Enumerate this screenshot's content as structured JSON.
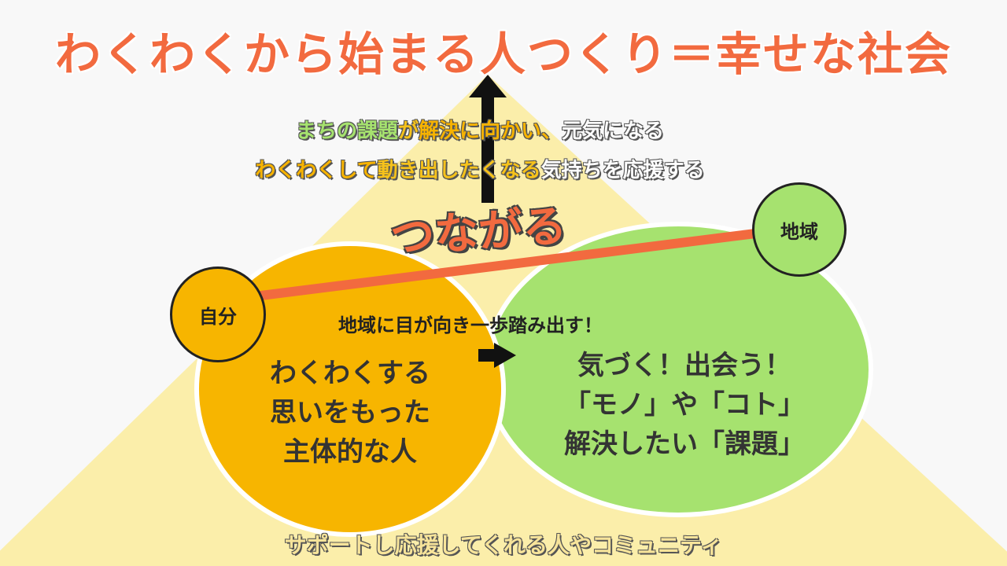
{
  "title": "わくわくから始まる人つくり＝幸せな社会",
  "subtitle_line1": {
    "part1": "まちの課題",
    "part2": "が",
    "part3": "解決に向かい、",
    "part4": "元気になる"
  },
  "subtitle_line2": {
    "part1": "わくわくして",
    "part2": "動き出したくなる",
    "part3": "気持ちを応援する"
  },
  "connect_label": "つながる",
  "self_label": "自分",
  "region_label": "地域",
  "step_label": "地域に目が向き一歩踏み出す！",
  "left_circle_lines": [
    "わくわくする",
    "思いをもった",
    "主体的な人"
  ],
  "right_circle_lines": [
    "気づく！出会う！",
    "「モノ」や「コト」",
    "解決したい「課題」"
  ],
  "bottom_label": "サポートし応援してくれる人やコミュニティ",
  "colors": {
    "title": "#f26a3f",
    "pyramid": "#fbeeaa",
    "orange_circle": "#f7b500",
    "green_circle": "#a6e26f",
    "connector": "#f26a3f"
  }
}
